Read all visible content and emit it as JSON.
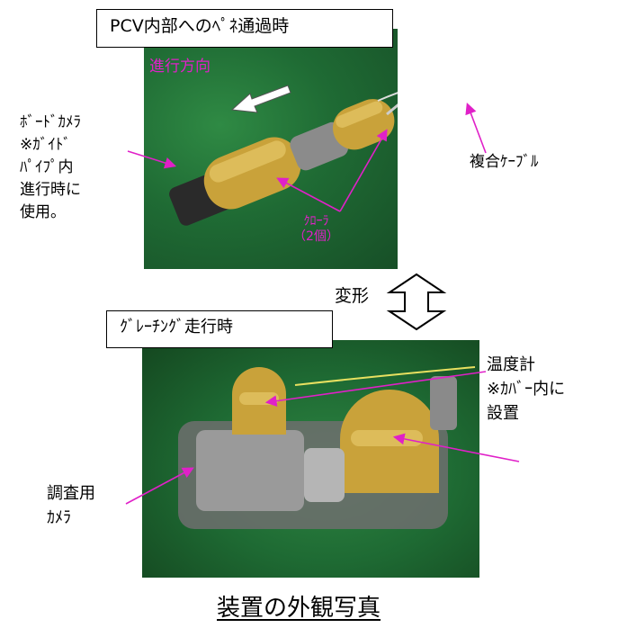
{
  "top_box": "PCV内部へのﾍﾟﾈ通過時",
  "direction": "進行方向",
  "left_camera": [
    "ﾎﾞｰﾄﾞｶﾒﾗ",
    "※ｶﾞｲﾄﾞ",
    "ﾊﾟｲﾌﾟ内",
    "進行時に",
    "使用。"
  ],
  "cable": "複合ｹｰﾌﾞﾙ",
  "crawler": [
    "ｸﾛｰﾗ",
    "（2個）"
  ],
  "transform": "変形",
  "bottom_box": "ｸﾞﾚｰﾁﾝｸﾞ走行時",
  "thermometer": [
    "温度計",
    "※ｶﾊﾞｰ内に",
    "設置"
  ],
  "survey_camera": [
    "調査用",
    "ｶﾒﾗ"
  ],
  "caption": "装置の外観写真",
  "colors": {
    "annotation": "#e020c8",
    "floor": "#1f6b34",
    "brass": "#c9a23a"
  }
}
